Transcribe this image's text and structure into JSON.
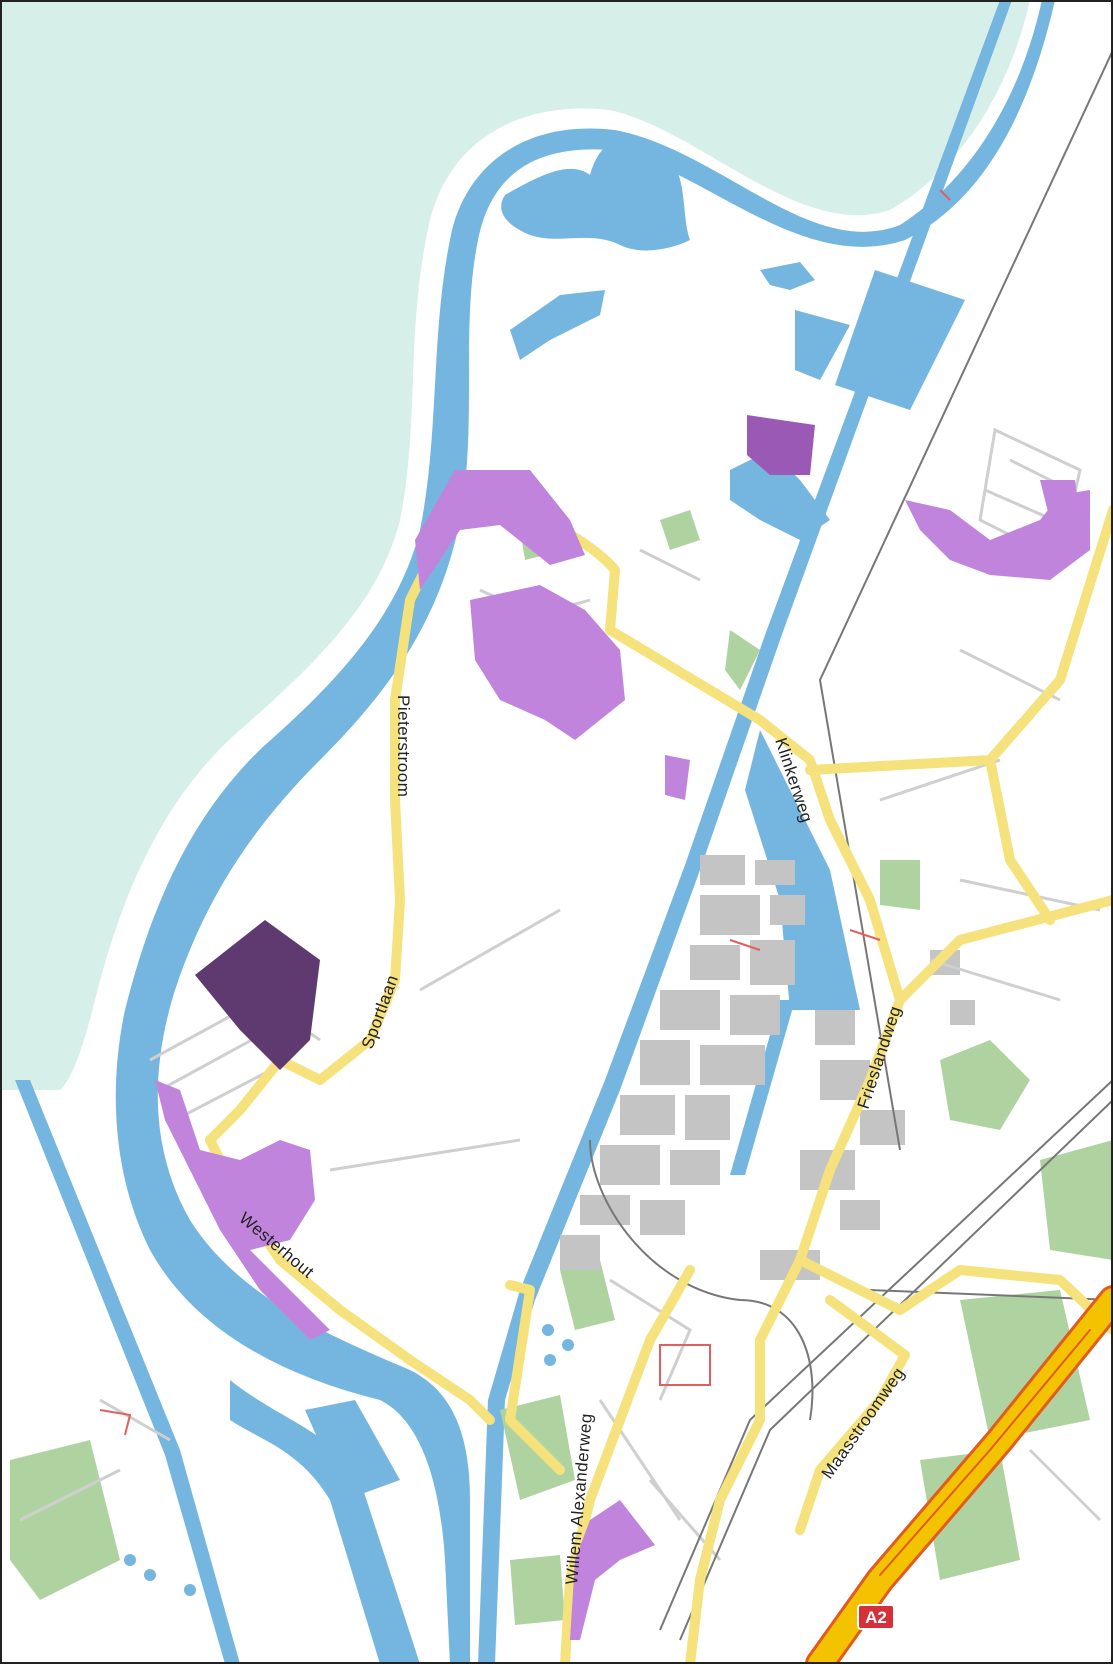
{
  "colors": {
    "sea": "#d6efe8",
    "water": "#74b6e0",
    "land": "#ffffff",
    "road_main": "#f5e27d",
    "road_casing": "#e6c95a",
    "highway": "#f4c300",
    "highway_casing": "#e25a1e",
    "building": "#c4c4c4",
    "green": "#aed3a0",
    "purple_light": "#c084dd",
    "purple_mid": "#9b59b6",
    "purple_dark": "#5e3a70",
    "rail": "#777777",
    "minor_road": "#cfcfcf"
  },
  "streets": [
    {
      "name": "Pieterstroom"
    },
    {
      "name": "Sportlaan"
    },
    {
      "name": "Westerhout"
    },
    {
      "name": "Klinkerweg"
    },
    {
      "name": "Frieslandweg"
    },
    {
      "name": "Willem Alexanderweg"
    },
    {
      "name": "Maasstroomweg"
    }
  ],
  "highway_shield": {
    "label": "A2"
  },
  "legend_icons": [
    "water-area-icon",
    "road-icon"
  ]
}
